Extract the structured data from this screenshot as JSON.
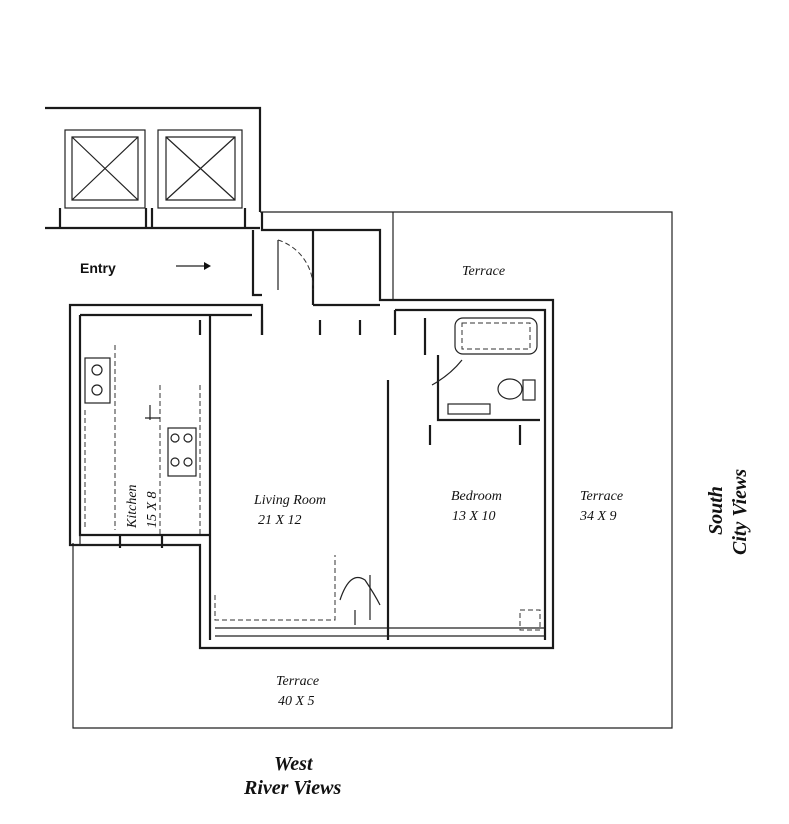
{
  "plan": {
    "entry": "Entry",
    "rooms": {
      "terrace_north": {
        "name": "Terrace"
      },
      "terrace_east": {
        "name": "Terrace",
        "size": "34 X 9"
      },
      "terrace_south": {
        "name": "Terrace",
        "size": "40 X 5"
      },
      "living_room": {
        "name": "Living Room",
        "size": "21 X 12"
      },
      "bedroom": {
        "name": "Bedroom",
        "size": "13 X 10"
      },
      "kitchen": {
        "name": "Kitchen",
        "size": "15 X 8"
      }
    },
    "views": {
      "west": {
        "line1": "West",
        "line2": "River Views"
      },
      "south": {
        "line1": "South",
        "line2": "City Views"
      }
    }
  }
}
